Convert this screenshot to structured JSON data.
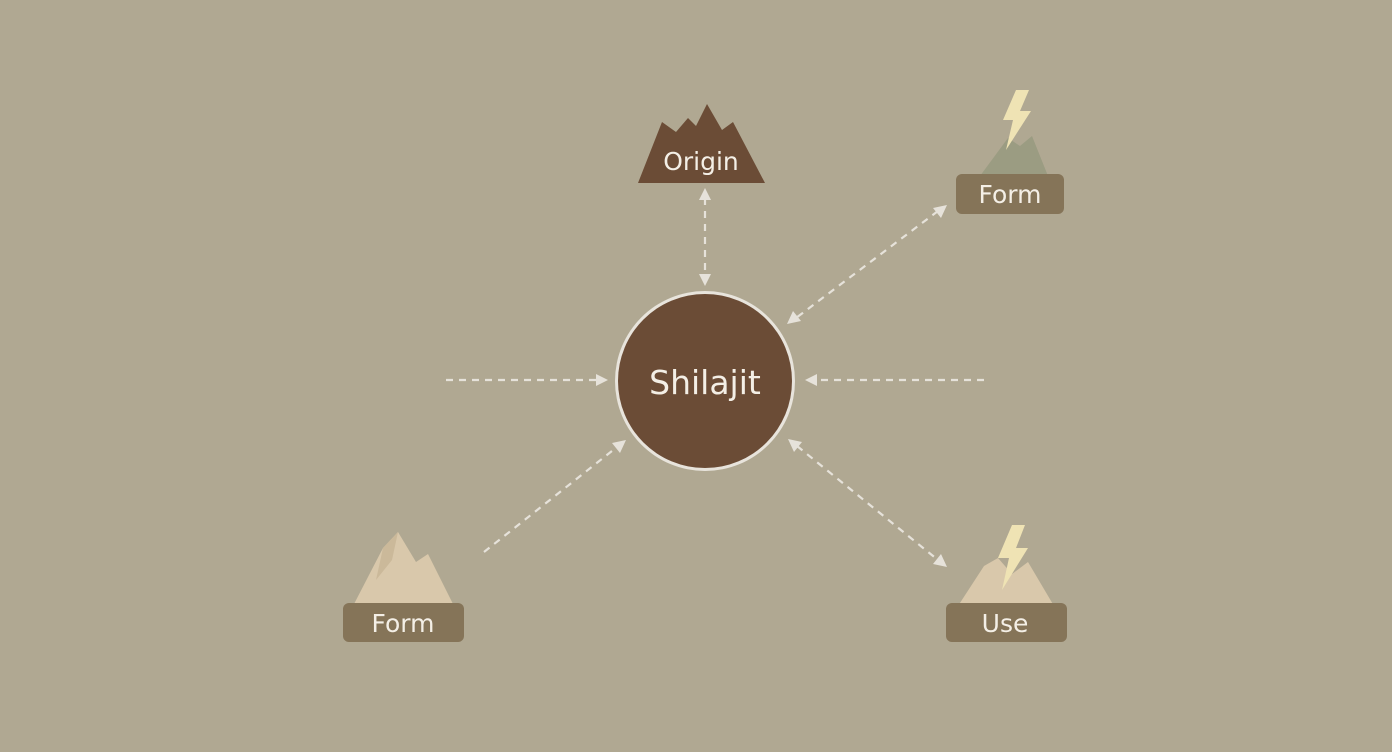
{
  "center": {
    "label": "Shilajit",
    "fill": "#6b4c36",
    "ring": "#e8e4dc"
  },
  "nodes": {
    "origin": {
      "label": "Origin",
      "icon": "mountain-icon"
    },
    "form_top_right": {
      "label": "Form",
      "icon": "lightning-mountain-icon"
    },
    "form_bottom_left": {
      "label": "Form",
      "icon": "mountain-icon"
    },
    "use": {
      "label": "Use",
      "icon": "lightning-mountain-icon"
    }
  },
  "colors": {
    "background": "#b0a892",
    "connector": "#e6e2da",
    "label_box": "#857458",
    "dark_mountain": "#6b4c36",
    "light_mountain": "#d9c8ab",
    "lightning": "#efe3b4",
    "text": "#f4efe6"
  }
}
